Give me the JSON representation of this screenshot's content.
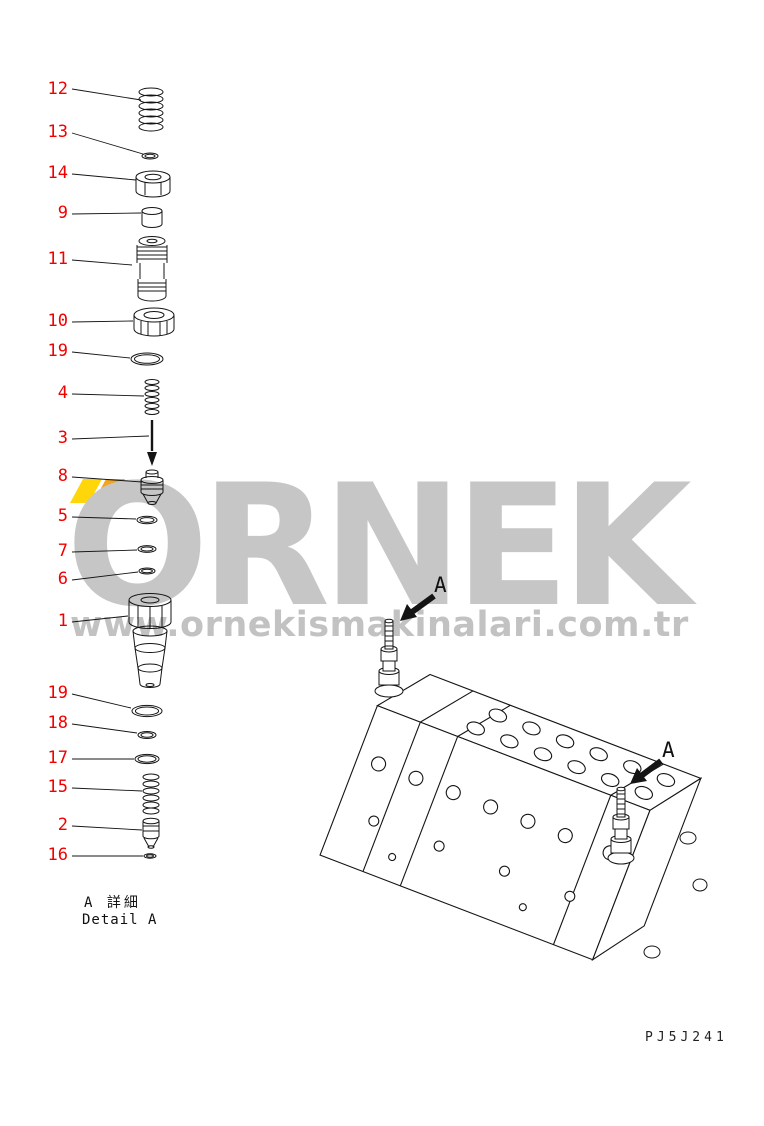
{
  "watermark": {
    "brand": "ORNEK",
    "url": "www.ornekismakinalari.com.tr",
    "text_color": "#c6c6c6",
    "logo_color_light": "#ffd60a",
    "logo_color_dark": "#f2a51e"
  },
  "diagram": {
    "code": "PJ5J241",
    "detail_label_jp": "A 詳細",
    "detail_label_en": "Detail A",
    "callout_a": "A",
    "part_label_color": "#f20000",
    "line_color": "#141414"
  },
  "parts": [
    {
      "number": "12"
    },
    {
      "number": "13"
    },
    {
      "number": "14"
    },
    {
      "number": "9"
    },
    {
      "number": "11"
    },
    {
      "number": "10"
    },
    {
      "number": "19"
    },
    {
      "number": "4"
    },
    {
      "number": "3"
    },
    {
      "number": "8"
    },
    {
      "number": "5"
    },
    {
      "number": "7"
    },
    {
      "number": "6"
    },
    {
      "number": "1"
    },
    {
      "number": "19"
    },
    {
      "number": "18"
    },
    {
      "number": "17"
    },
    {
      "number": "15"
    },
    {
      "number": "2"
    },
    {
      "number": "16"
    }
  ]
}
